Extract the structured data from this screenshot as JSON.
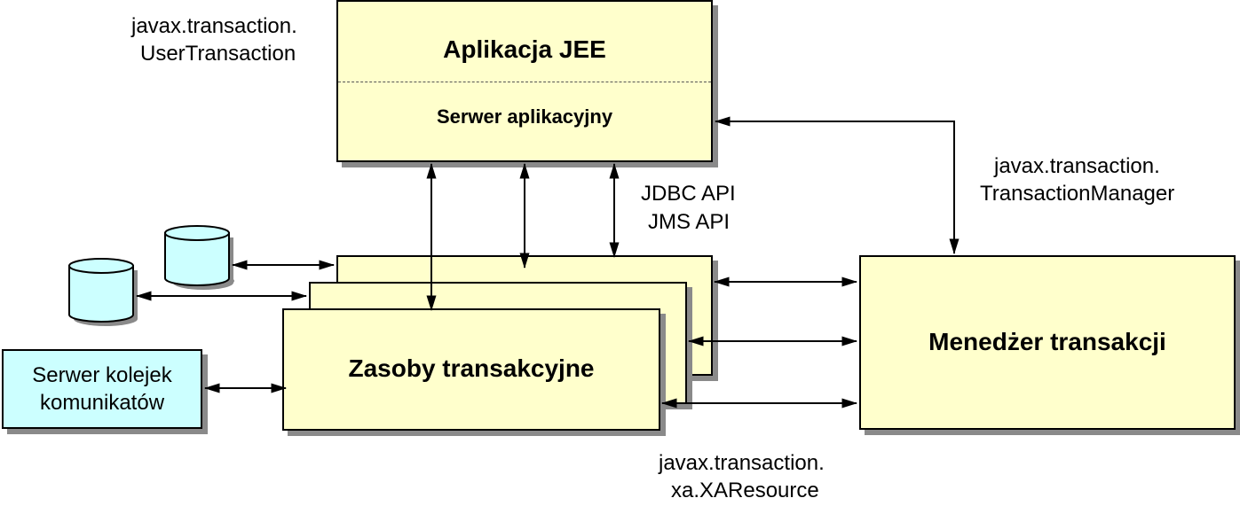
{
  "app_block": {
    "title": "Aplikacja JEE",
    "subtitle": "Serwer aplikacyjny"
  },
  "resources": {
    "label": "Zasoby transakcyjne"
  },
  "manager": {
    "label": "Menedżer transakcji"
  },
  "queue_server": {
    "line1": "Serwer kolejek",
    "line2": "komunikatów"
  },
  "annotations": {
    "user_tx": [
      "javax.transaction.",
      "UserTransaction"
    ],
    "tx_manager": [
      "javax.transaction.",
      "TransactionManager"
    ],
    "apis": [
      "JDBC API",
      "JMS API"
    ],
    "xa_resource": [
      "javax.transaction.",
      "xa.XAResource"
    ]
  },
  "colors": {
    "box_fill": "#ffffcc",
    "queue_fill": "#ccffff",
    "db_fill": "#ccffff",
    "shadow": "#8a8a8a"
  }
}
